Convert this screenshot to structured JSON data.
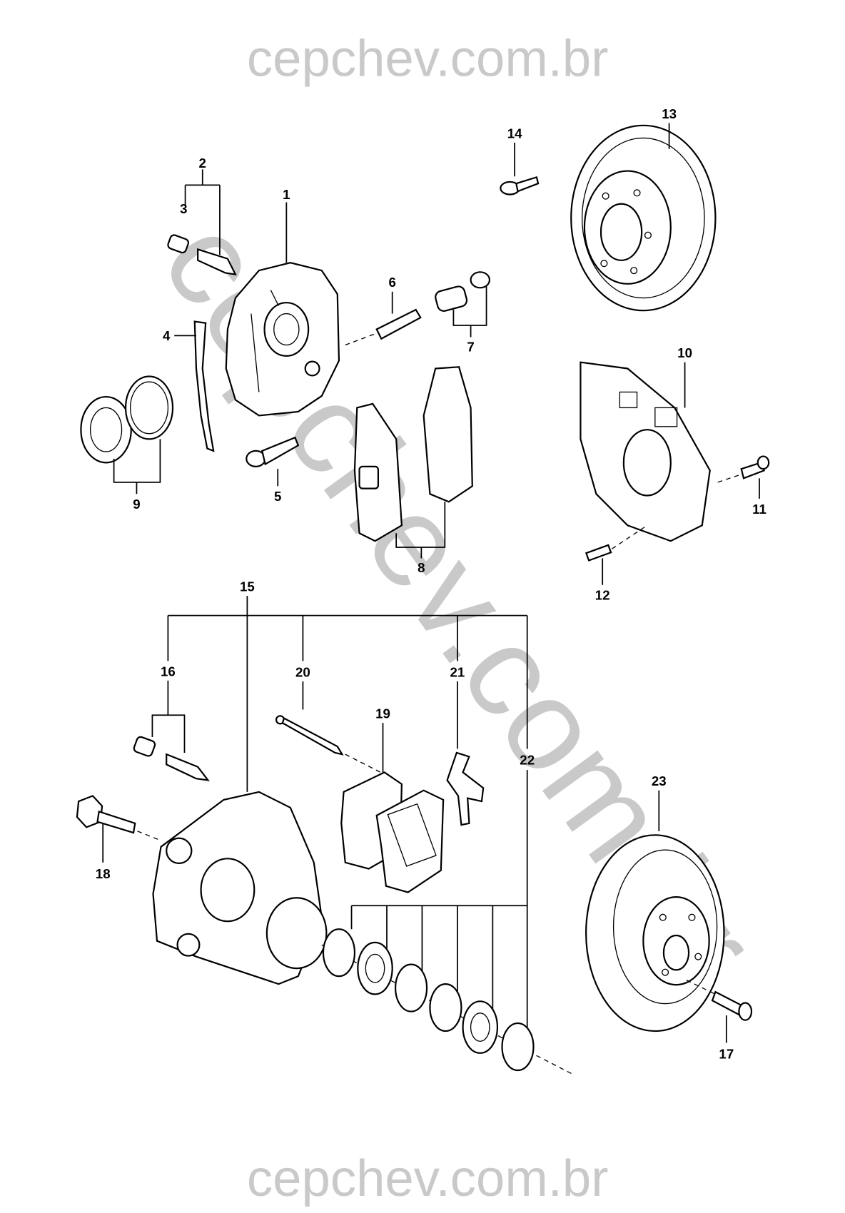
{
  "watermark": {
    "top": "cepchev.com.br",
    "bottom": "cepchev.com.br",
    "diagonal": "cepchev.com.br",
    "color": "#c9c9c9"
  },
  "callouts": {
    "c1": "1",
    "c2": "2",
    "c3": "3",
    "c4": "4",
    "c5": "5",
    "c6": "6",
    "c7": "7",
    "c8": "8",
    "c9": "9",
    "c10": "10",
    "c11": "11",
    "c12": "12",
    "c13": "13",
    "c14": "14",
    "c15": "15",
    "c16": "16",
    "c17": "17",
    "c18": "18",
    "c19": "19",
    "c20": "20",
    "c21": "21",
    "c22": "22",
    "c23": "23"
  }
}
